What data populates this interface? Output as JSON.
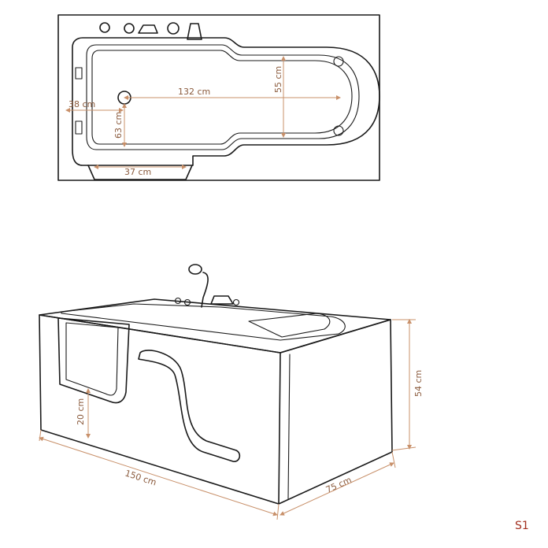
{
  "top_view": {
    "length": "132 cm",
    "width": "55 cm",
    "seat_depth": "38 cm",
    "seat_width": "63 cm",
    "door_width": "37 cm"
  },
  "front_view": {
    "height": "54 cm",
    "step_height": "20 cm",
    "overall_length": "150 cm",
    "overall_width": "75 cm"
  },
  "corner_label": "S1",
  "colors": {
    "line": "#1a1a1a",
    "dimension": "#c8906a",
    "label": "#8a5a3c",
    "corner": "#a33020"
  }
}
